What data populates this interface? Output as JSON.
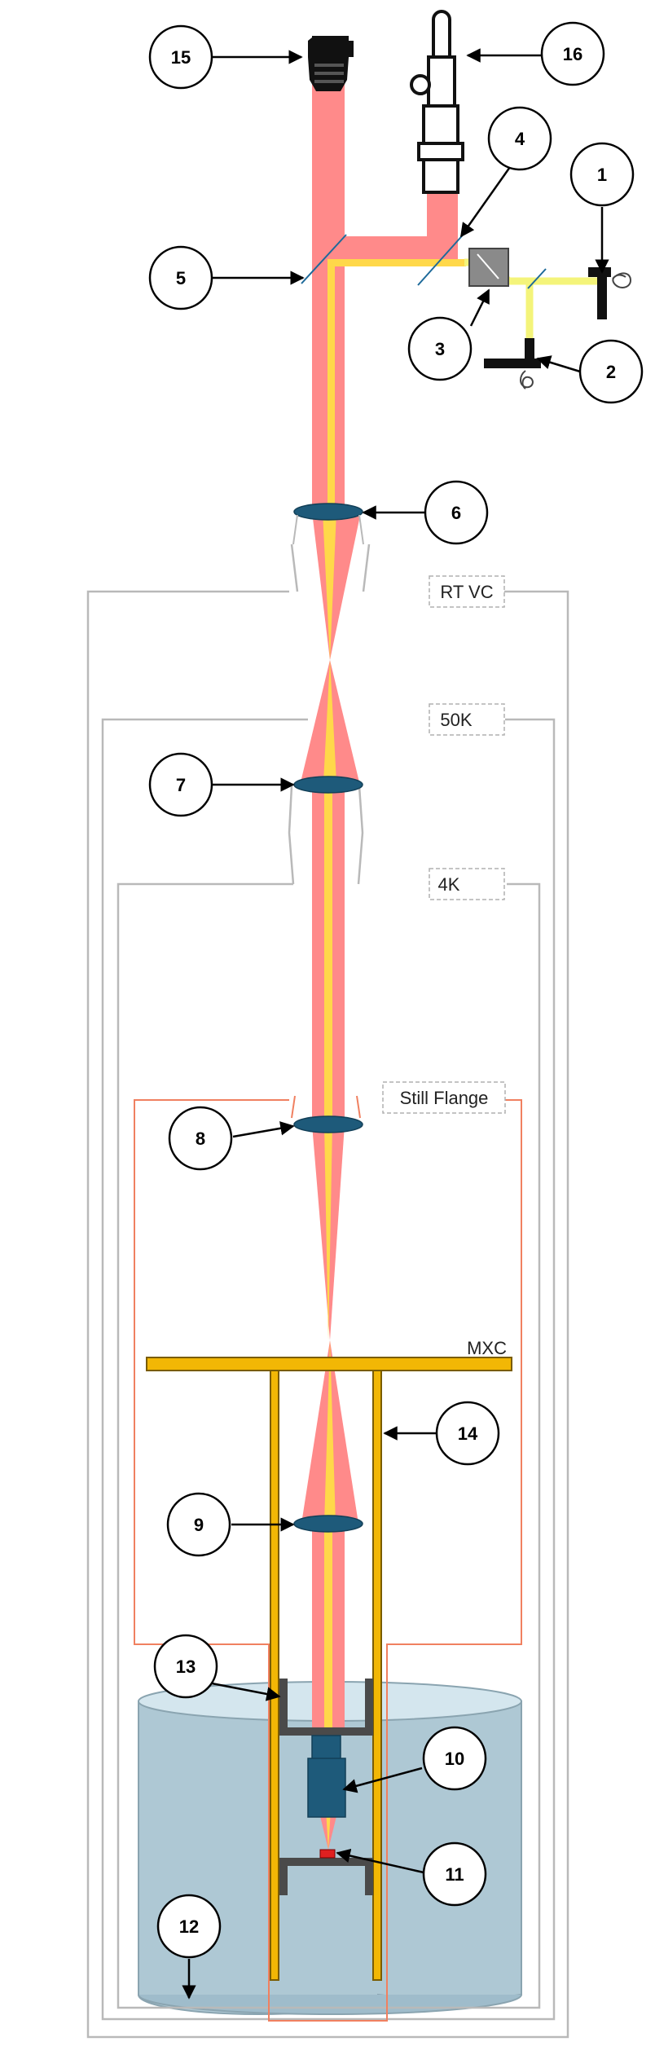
{
  "callouts": [
    "1",
    "2",
    "3",
    "4",
    "5",
    "6",
    "7",
    "8",
    "9",
    "10",
    "11",
    "12",
    "13",
    "14",
    "15",
    "16"
  ],
  "stages": {
    "rt_vc": "RT VC",
    "k50": "50K",
    "k4": "4K",
    "still": "Still Flange",
    "mxc": "MXC"
  },
  "colors": {
    "beam_red": "#ff8a8a",
    "beam_yellow": "#ffd84a",
    "laser_yellow": "#f4f47a",
    "lens": "#1e5a7a",
    "gold_plate": "#f2b705",
    "still_orange": "#f08060",
    "bath": "#aec8d4"
  }
}
